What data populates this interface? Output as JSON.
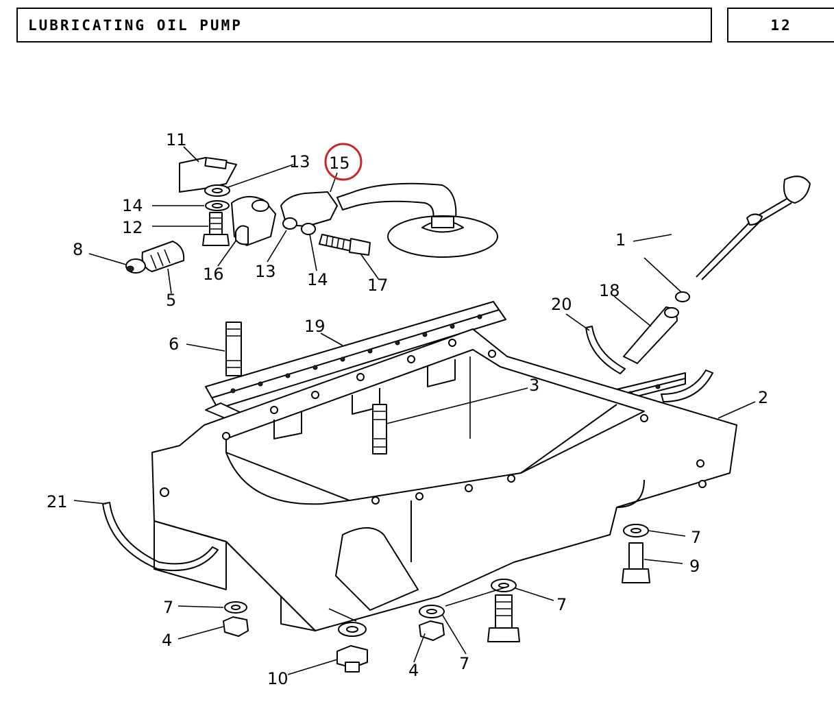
{
  "header": {
    "title": "LUBRICATING OIL PUMP",
    "page_number": "12"
  },
  "callouts": [
    {
      "id": "c1",
      "text": "1"
    },
    {
      "id": "c2",
      "text": "2"
    },
    {
      "id": "c3",
      "text": "3"
    },
    {
      "id": "c4a",
      "text": "4"
    },
    {
      "id": "c4b",
      "text": "4"
    },
    {
      "id": "c5",
      "text": "5"
    },
    {
      "id": "c6",
      "text": "6"
    },
    {
      "id": "c7a",
      "text": "7"
    },
    {
      "id": "c7b",
      "text": "7"
    },
    {
      "id": "c7c",
      "text": "7"
    },
    {
      "id": "c7d",
      "text": "7"
    },
    {
      "id": "c8",
      "text": "8"
    },
    {
      "id": "c9",
      "text": "9"
    },
    {
      "id": "c10",
      "text": "10"
    },
    {
      "id": "c11",
      "text": "11"
    },
    {
      "id": "c12",
      "text": "12"
    },
    {
      "id": "c13a",
      "text": "13"
    },
    {
      "id": "c13b",
      "text": "13"
    },
    {
      "id": "c14a",
      "text": "14"
    },
    {
      "id": "c14b",
      "text": "14"
    },
    {
      "id": "c15",
      "text": "15"
    },
    {
      "id": "c16",
      "text": "16"
    },
    {
      "id": "c17",
      "text": "17"
    },
    {
      "id": "c18",
      "text": "18"
    },
    {
      "id": "c19",
      "text": "19"
    },
    {
      "id": "c20",
      "text": "20"
    },
    {
      "id": "c21",
      "text": "21"
    }
  ],
  "highlight": {
    "callout": "15",
    "color": "#c62828"
  }
}
